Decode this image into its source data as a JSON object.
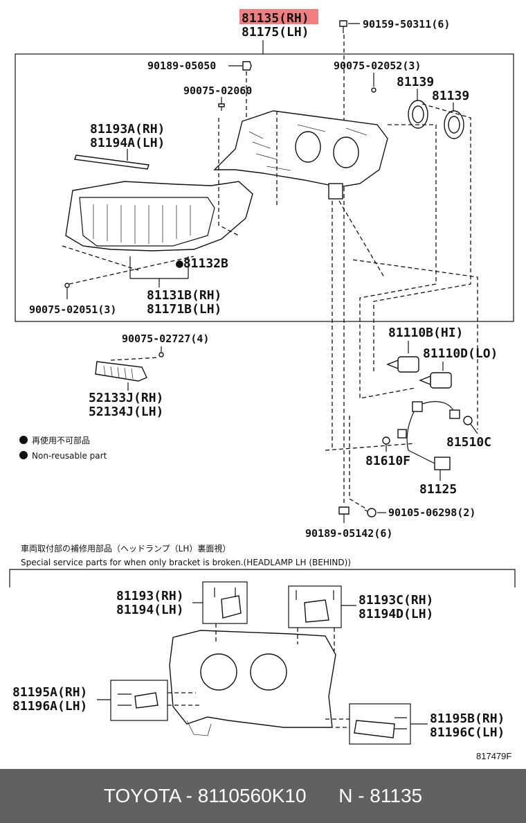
{
  "labels": {
    "main_rh": "81135(RH)",
    "main_lh": "81175(LH)",
    "p_90159": "90159-50311(6)",
    "p_90189_05050": "90189-05050",
    "p_90075_02052": "90075-02052(3)",
    "p_90075_02060": "90075-02060",
    "p_81139_a": "81139",
    "p_81139_b": "81139",
    "p_81193a": "81193A(RH)",
    "p_81194a": "81194A(LH)",
    "p_81132b": "●81132B",
    "p_81131b": "81131B(RH)",
    "p_81171b": "81171B(LH)",
    "p_90075_02051": "90075-02051(3)",
    "p_90075_02727": "90075-02727(4)",
    "p_81110b": "81110B(HI)",
    "p_81110d": "81110D(LO)",
    "p_52133j": "52133J(RH)",
    "p_52134j": "52134J(LH)",
    "p_81510c": "81510C",
    "p_81610f": "81610F",
    "p_81125": "81125",
    "p_90105": "90105-06298(2)",
    "p_90189_05142": "90189-05142(6)",
    "p_81193": "81193(RH)",
    "p_81194": "81194(LH)",
    "p_81193c": "81193C(RH)",
    "p_81194d": "81194D(LH)",
    "p_81195a": "81195A(RH)",
    "p_81196a": "81196A(LH)",
    "p_81195b": "81195B(RH)",
    "p_81196c": "81196C(LH)",
    "figure_no": "817479F"
  },
  "legend": {
    "jp": "再使用不可部品",
    "en": "Non-reusable part"
  },
  "section_note": {
    "jp": "車両取付部の補修用部品（ヘッドランプ（LH）裏面視）",
    "en": "Special service parts for when only bracket is broken.(HEADLAMP LH (BEHIND))"
  },
  "footer": {
    "text": "TOYOTA - 8110560K10      N - 81135"
  },
  "colors": {
    "highlight": "#f08080",
    "footer_bg": "#616161",
    "footer_text": "#ffffff"
  }
}
